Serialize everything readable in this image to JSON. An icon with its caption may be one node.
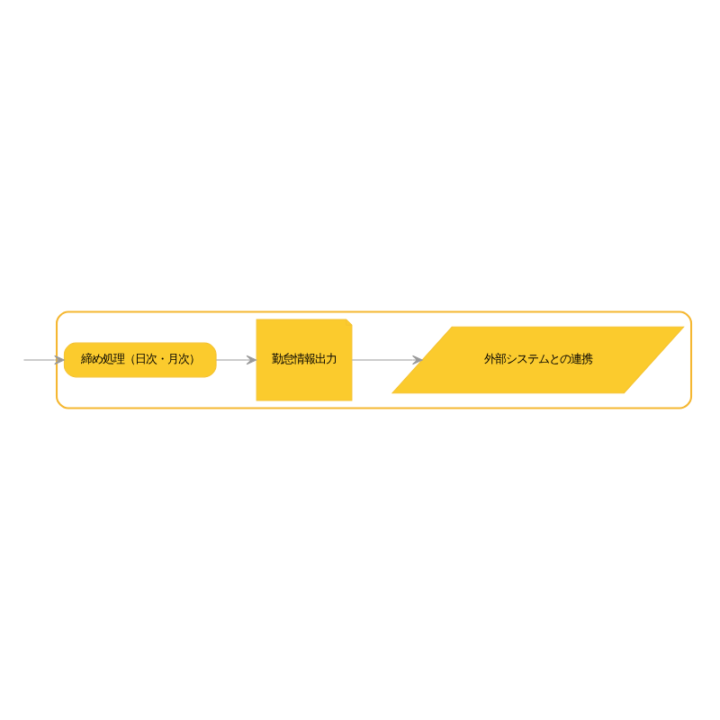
{
  "diagram": {
    "nodes": [
      {
        "text": [],
        "shape": "box"
      },
      {
        "text": [
          "締め処理（日次・月次）"
        ],
        "in": 0
      },
      {
        "text": [
          "勤怠情報出力"
        ],
        "in": 0
      },
      {
        "text": [
          "外部システムとの連携"
        ],
        "in": 0
      }
    ],
    "edges": [
      {
        "from": null,
        "to": 1,
        "arrow": "to"
      },
      {
        "from": 1,
        "to": 2,
        "arrow": "to"
      },
      {
        "from": 2,
        "to": 3,
        "arrow": "to"
      }
    ]
  }
}
